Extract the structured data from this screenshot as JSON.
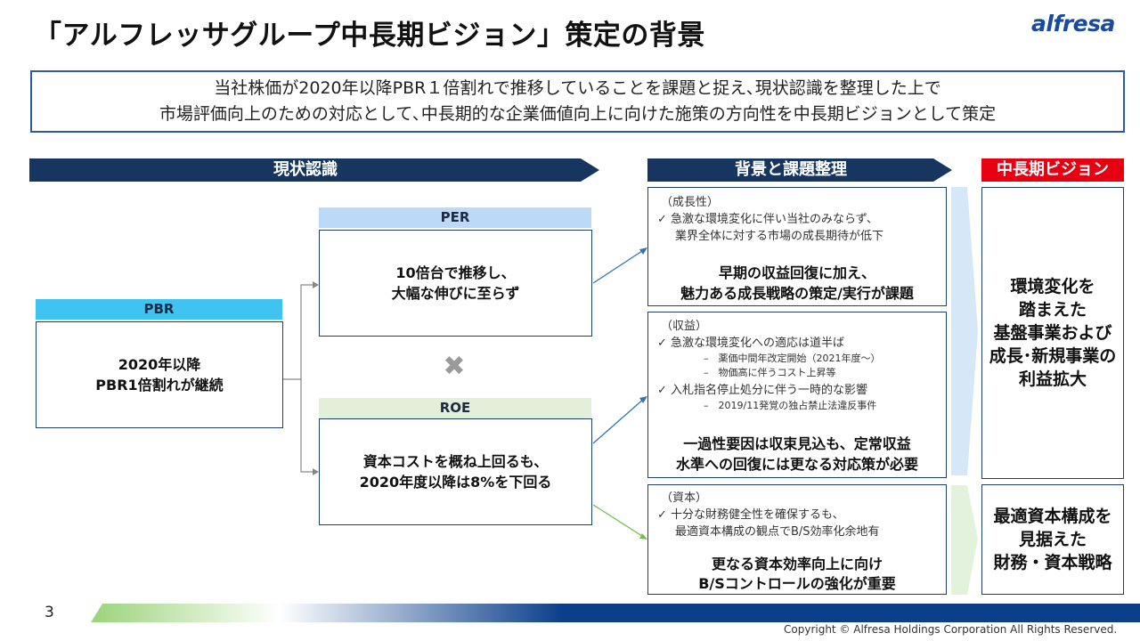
{
  "title": "「アルフレッサグループ中長期ビジョン」策定の背景",
  "logo_text": "alfresa",
  "summary": {
    "line1": "当社株価が2020年以降PBR１倍割れで推移していることを課題と捉え､現状認識を整理した上で",
    "line2": "市場評価向上のための対応として､中長期的な企業価値向上に向けた施策の方向性を中長期ビジョンとして策定"
  },
  "banners": {
    "current": "現状認識",
    "background": "背景と課題整理",
    "vision": "中長期ビジョン"
  },
  "pbr": {
    "header": "PBR",
    "line1": "2020年以降",
    "line2": "PBR1倍割れが継続"
  },
  "per": {
    "header": "PER",
    "line1": "10倍台で推移し、",
    "line2": "大幅な伸びに至らず"
  },
  "roe": {
    "header": "ROE",
    "line1": "資本コストを概ね上回るも、",
    "line2": "2020年度以降は8%を下回る"
  },
  "multiply_symbol": "✖",
  "growth": {
    "tag": "（成長性）",
    "check1_line1": "✓ 急激な環境変化に伴い当社のみならず、",
    "check1_line2": "業界全体に対する市場の成長期待が低下",
    "conclusion_line1": "早期の収益回復に加え、",
    "conclusion_line2": "魅力ある成長戦略の策定/実行が課題"
  },
  "profit": {
    "tag": "（収益）",
    "check1": "✓ 急激な環境変化への適応は道半ば",
    "sub1": "–　薬価中間年改定開始（2021年度～）",
    "sub2": "–　物価高に伴うコスト上昇等",
    "check2": "✓ 入札指名停止処分に伴う一時的な影響",
    "sub3": "–　2019/11発覚の独占禁止法違反事件",
    "conclusion_line1": "一過性要因は収束見込も、定常収益",
    "conclusion_line2": "水準への回復には更なる対応策が必要"
  },
  "capital": {
    "tag": "（資本）",
    "check1_line1": "✓ 十分な財務健全性を確保するも、",
    "check1_line2": "最適資本構成の観点でB/S効率化余地有",
    "conclusion_line1": "更なる資本効率向上に向け",
    "conclusion_line2": "B/Sコントロールの強化が重要"
  },
  "vision1": {
    "line1": "環境変化を",
    "line2": "踏まえた",
    "line3": "基盤事業および",
    "line4": "成長･新規事業の",
    "line5": "利益拡大"
  },
  "vision2": {
    "line1": "最適資本構成を",
    "line2": "見据えた",
    "line3": "財務・資本戦略"
  },
  "page_number": "3",
  "copyright": "Copyright © Alfresa Holdings Corporation All Rights Reserved.",
  "colors": {
    "navy": "#16365f",
    "red": "#e60012",
    "per_header": "#bcd9f7",
    "pbr_header": "#3fc3f0",
    "roe_header": "#e2f0d9",
    "green_arrow": "#6cc04a",
    "blue_arrow": "#2e75b6",
    "footer_blue": "#0b3f8a"
  }
}
